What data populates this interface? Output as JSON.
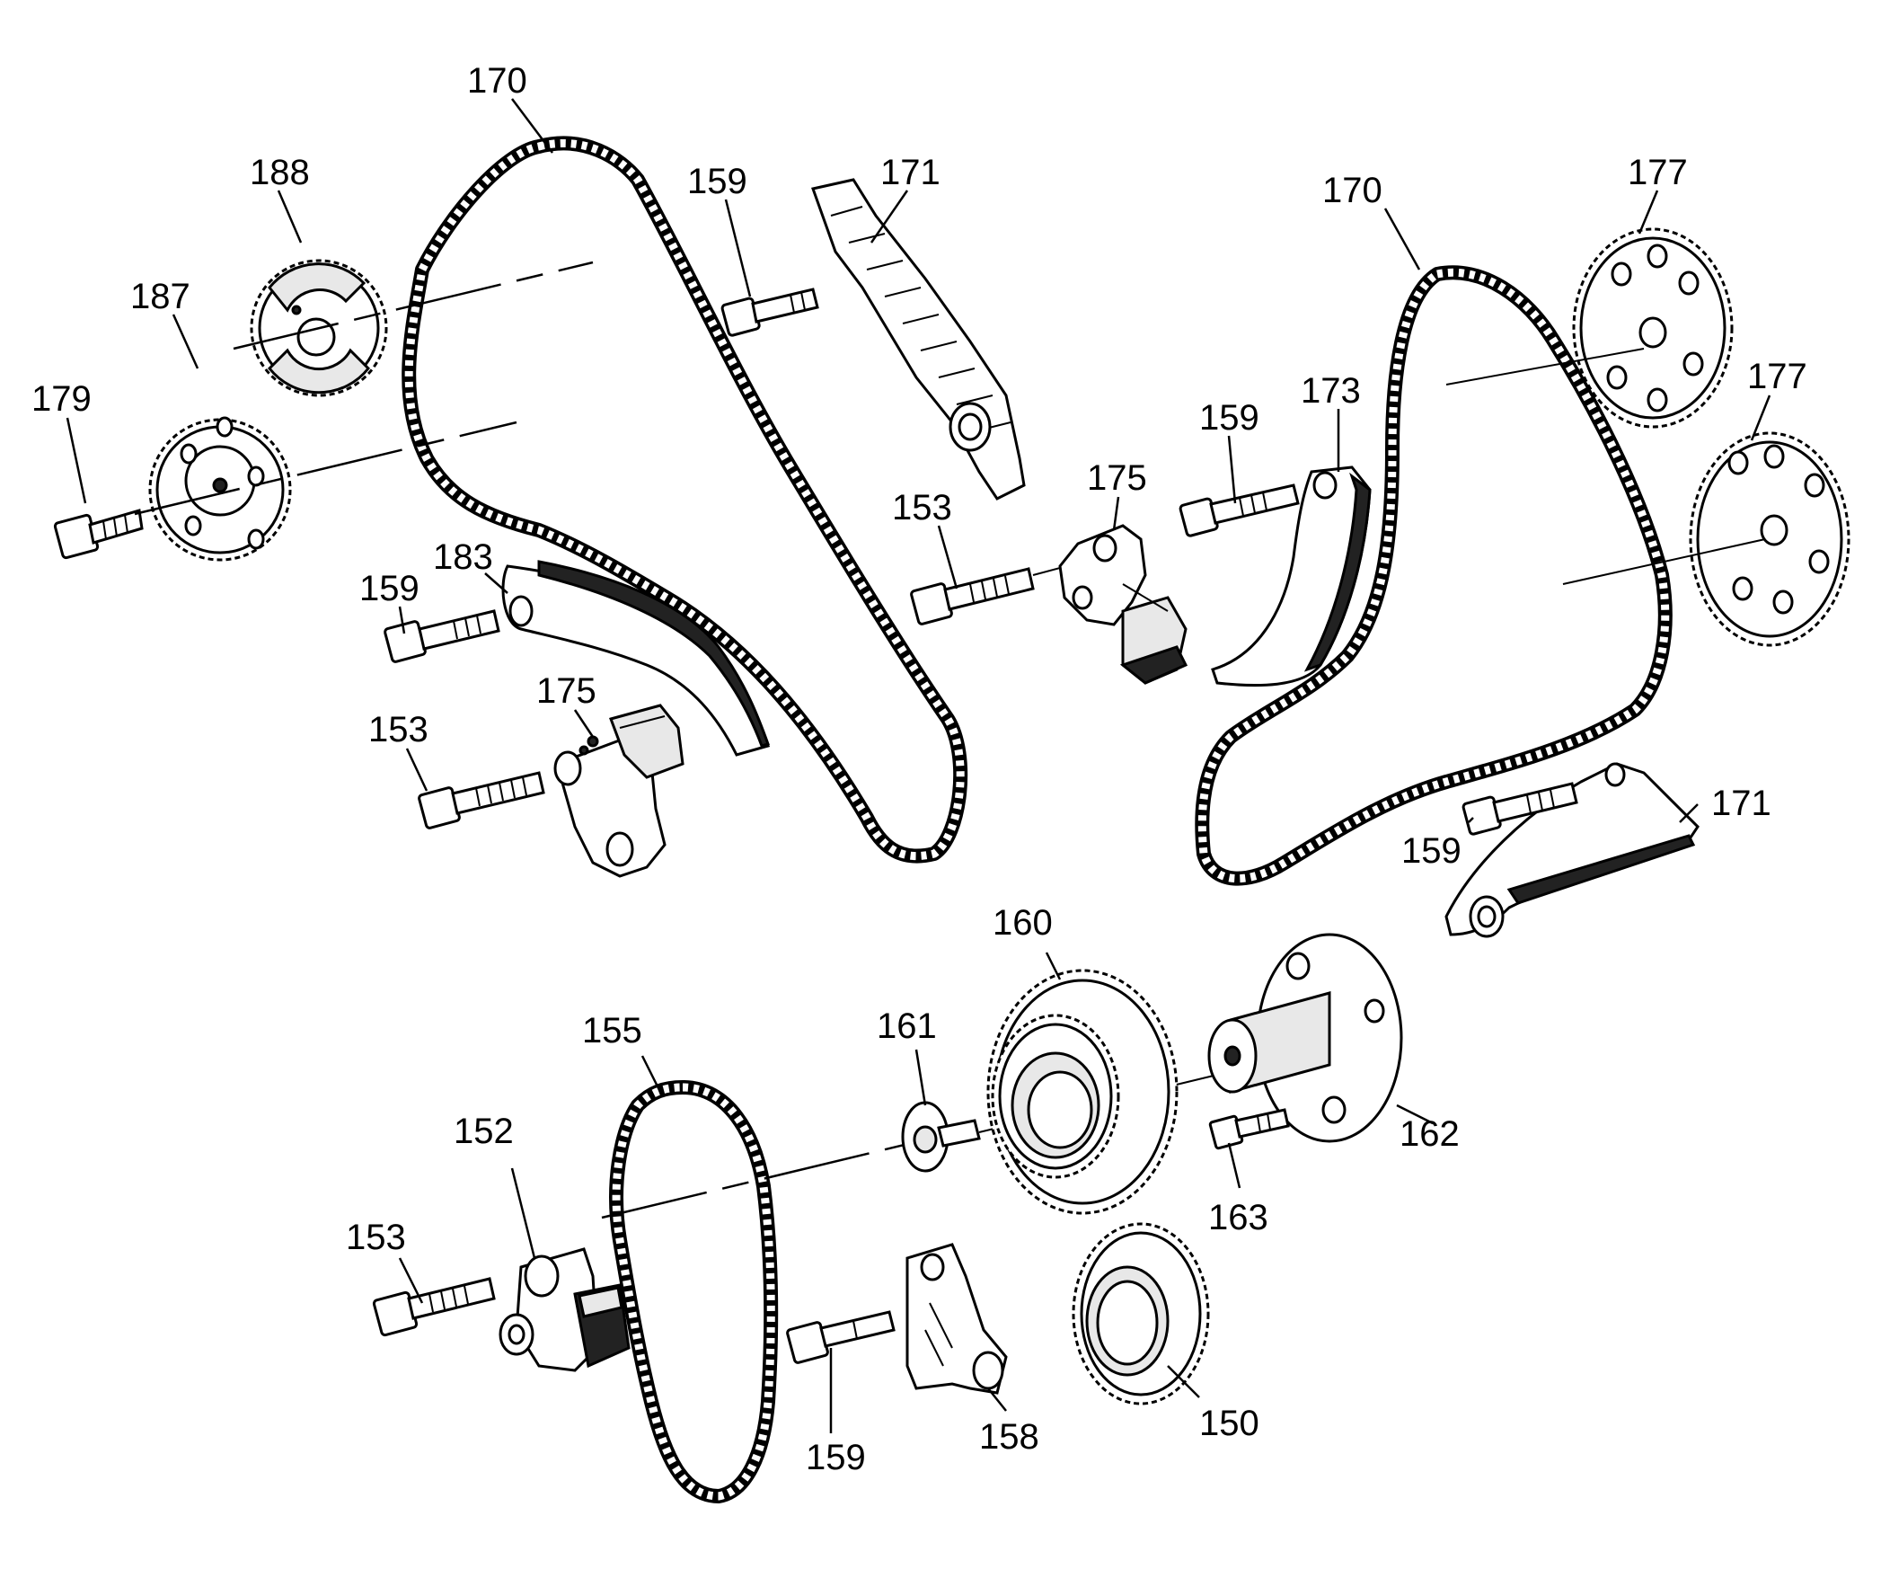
{
  "labels": {
    "l170a": "170",
    "l188": "188",
    "l187": "187",
    "l179": "179",
    "l159a": "159",
    "l171a": "171",
    "l170b": "170",
    "l177a": "177",
    "l177b": "177",
    "l159b": "159",
    "l173": "173",
    "l175a": "175",
    "l153a": "153",
    "l183": "183",
    "l159c": "159",
    "l175b": "175",
    "l153b": "153",
    "l171b": "171",
    "l159d": "159",
    "l160": "160",
    "l161": "161",
    "l155": "155",
    "l152": "152",
    "l162": "162",
    "l163": "163",
    "l153c": "153",
    "l159e": "159",
    "l158": "158",
    "l150": "150"
  }
}
